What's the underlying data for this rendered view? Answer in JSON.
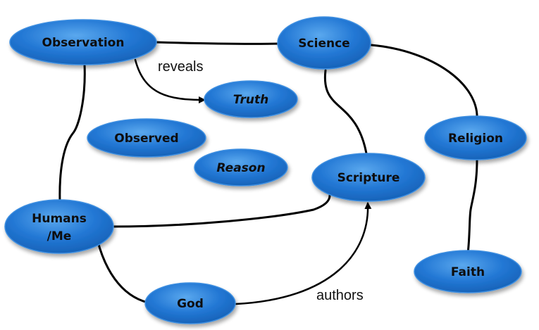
{
  "nodes": {
    "observation": "Observation",
    "science": "Science",
    "truth": "Truth",
    "observed": "Observed",
    "reason": "Reason",
    "scripture": "Scripture",
    "religion": "Religion",
    "humans_line1": "Humans",
    "humans_line2": "/Me",
    "faith": "Faith",
    "god": "God"
  },
  "edge_labels": {
    "reveals": "reveals",
    "authors": "authors"
  },
  "colors": {
    "node_fill_light": "#4b9be6",
    "node_fill": "#1f6fcc",
    "node_fill_dark": "#0f4f9e",
    "edge": "#000000"
  }
}
